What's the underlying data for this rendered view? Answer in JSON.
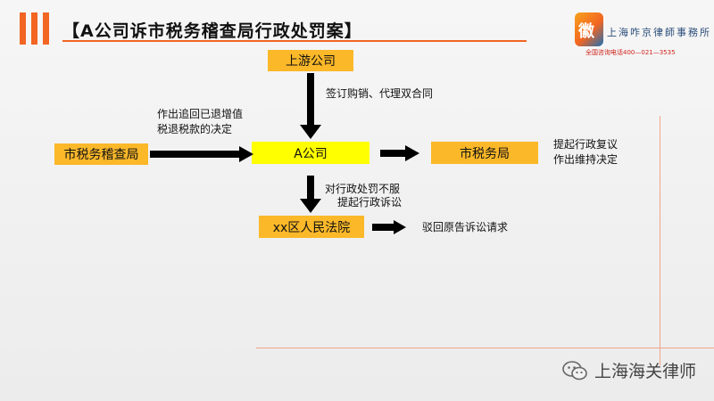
{
  "title": "【A公司诉市税务稽查局行政处罚案】",
  "logo": {
    "mark_char": "徽",
    "name": "上海咋京律師事務所",
    "phone": "全国咨询电话400—021—3535"
  },
  "nodes": {
    "upstream": "上游公司",
    "company_a": "A公司",
    "audit_bureau": "市税务稽查局",
    "tax_bureau": "市税务局",
    "court": "xx区人民法院"
  },
  "edge_labels": {
    "sign_contract": "签订购销、代理双合同",
    "recover_line1": "作出追回已退增值",
    "recover_line2": "税退税款的决定",
    "appeal_line1": "对行政处罚不服",
    "appeal_line2": "提起行政诉讼",
    "review_line1": "提起行政复议",
    "review_line2": "作出维持决定",
    "reject": "驳回原告诉讼请求"
  },
  "footer": {
    "text": "上海海关律师"
  },
  "colors": {
    "accent": "#f26522",
    "node_orange": "#fbb829",
    "node_yellow": "#ffff00"
  }
}
